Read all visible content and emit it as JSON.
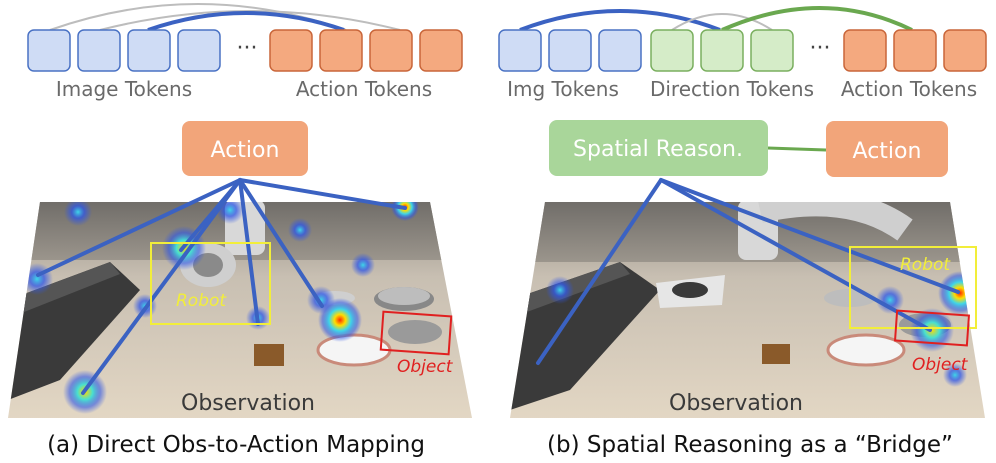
{
  "panel_a": {
    "group_labels": [
      "Image Tokens",
      "Action Tokens"
    ],
    "ellipsis": "···",
    "action_box": "Action",
    "robot_label": "Robot",
    "object_label": "Object",
    "observation_label": "Observation",
    "caption": "(a) Direct Obs-to-Action Mapping"
  },
  "panel_b": {
    "group_labels": [
      "Img Tokens",
      "Direction Tokens",
      "Action Tokens"
    ],
    "ellipsis": "···",
    "reason_box": "Spatial Reason.",
    "action_box": "Action",
    "robot_label": "Robot",
    "object_label": "Object",
    "observation_label": "Observation",
    "caption": "(b) Spatial Reasoning as a “Bridge”"
  },
  "colors": {
    "image_token_fill": "#cfdcf5",
    "image_token_stroke": "#4a72c4",
    "action_token_fill": "#f4a97f",
    "action_token_stroke": "#c9663a",
    "direction_token_fill": "#d5ecc8",
    "direction_token_stroke": "#7aaf5f",
    "blue_arc": "#3b62c2",
    "green_arc": "#6aa84f",
    "gray_arc": "#bdbdbd",
    "action_box": "#f2a57a",
    "reason_box": "#a9d69a",
    "robot_box": "#f2ee3a",
    "object_box": "#e02020"
  }
}
